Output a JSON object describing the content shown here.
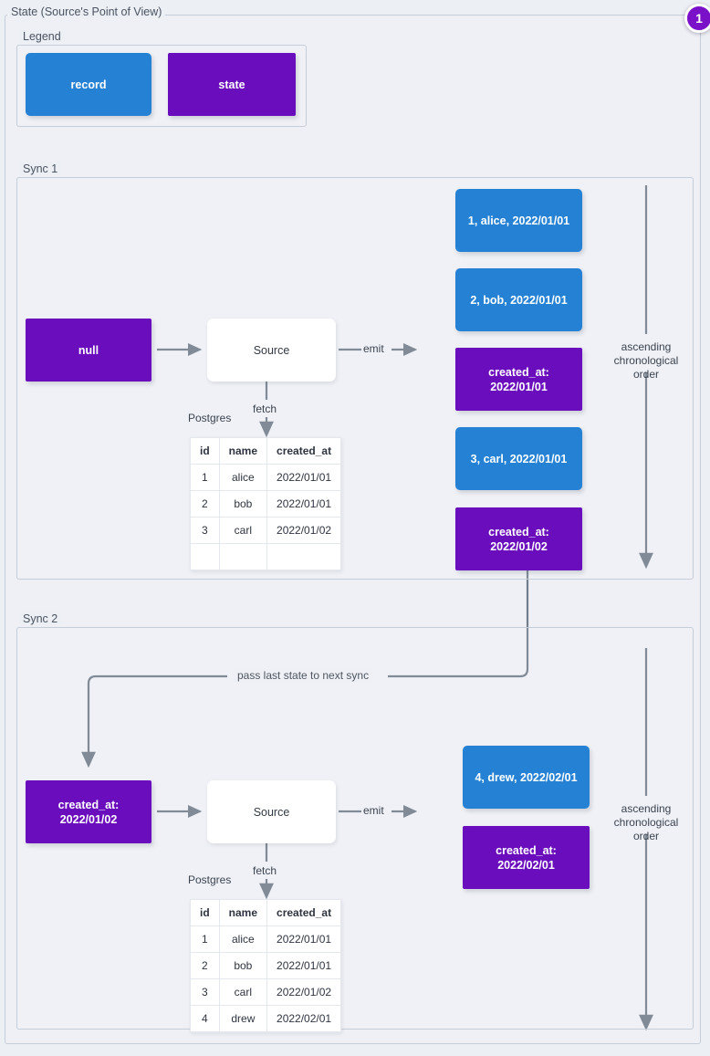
{
  "diagram": {
    "title": "State (Source's Point of View)",
    "badge": "1",
    "accent_record": "#2581d3",
    "accent_state": "#6a0dbd",
    "wire_color": "#62707f"
  },
  "legend": {
    "label": "Legend",
    "items": [
      {
        "name": "record",
        "label": "record",
        "color": "#2581d3"
      },
      {
        "name": "state",
        "label": "state",
        "color": "#6a0dbd"
      }
    ]
  },
  "sync1": {
    "label": "Sync 1",
    "input_state": "null",
    "source_label": "Source",
    "db_label": "Postgres",
    "fetch_label": "fetch",
    "emit_label": "emit",
    "order_label": "ascending chronological order",
    "table": {
      "columns": [
        "id",
        "name",
        "created_at"
      ],
      "rows": [
        [
          "1",
          "alice",
          "2022/01/01"
        ],
        [
          "2",
          "bob",
          "2022/01/01"
        ],
        [
          "3",
          "carl",
          "2022/01/02"
        ],
        [
          "",
          "",
          ""
        ]
      ]
    },
    "emitted": [
      {
        "kind": "record",
        "line1": "1, alice, 2022/01/01",
        "line2": ""
      },
      {
        "kind": "record",
        "line1": "2, bob, 2022/01/01",
        "line2": ""
      },
      {
        "kind": "state",
        "line1": "created_at:",
        "line2": "2022/01/01"
      },
      {
        "kind": "record",
        "line1": "3, carl, 2022/01/01",
        "line2": ""
      },
      {
        "kind": "state",
        "line1": "created_at:",
        "line2": "2022/01/02"
      }
    ]
  },
  "sync2": {
    "label": "Sync 2",
    "pass_state_label": "pass last state to next sync",
    "input_state_line1": "created_at:",
    "input_state_line2": "2022/01/02",
    "source_label": "Source",
    "db_label": "Postgres",
    "fetch_label": "fetch",
    "emit_label": "emit",
    "order_label": "ascending chronological order",
    "table": {
      "columns": [
        "id",
        "name",
        "created_at"
      ],
      "rows": [
        [
          "1",
          "alice",
          "2022/01/01"
        ],
        [
          "2",
          "bob",
          "2022/01/01"
        ],
        [
          "3",
          "carl",
          "2022/01/02"
        ],
        [
          "4",
          "drew",
          "2022/02/01"
        ]
      ]
    },
    "emitted": [
      {
        "kind": "record",
        "line1": "4, drew, 2022/02/01",
        "line2": ""
      },
      {
        "kind": "state",
        "line1": "created_at:",
        "line2": "2022/02/01"
      }
    ]
  }
}
